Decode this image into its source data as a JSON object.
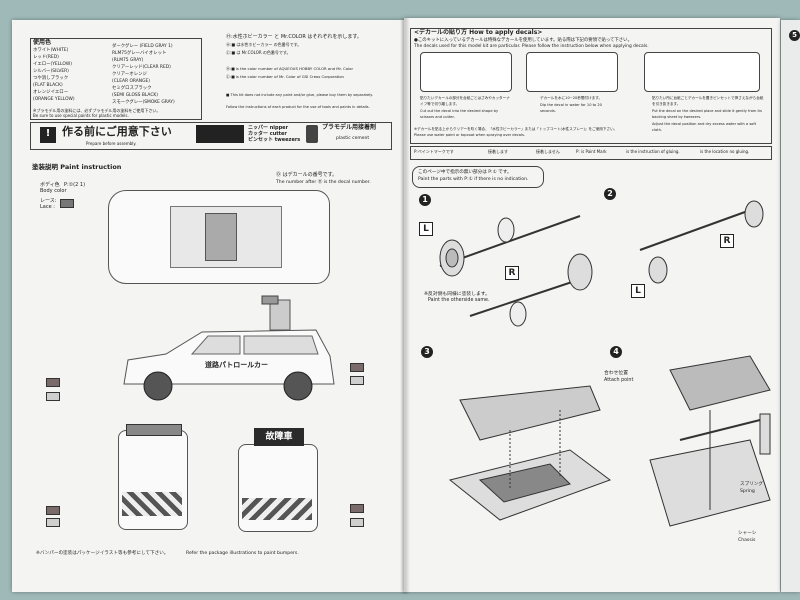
{
  "left": {
    "legend_title": "使用色",
    "legend_items": [
      "ホワイト(WHITE)",
      "レッド(RED)",
      "イエロー(YELLOW)",
      "シルバー(SILVER)",
      "つや消しブラック",
      "(FLAT BLACK)",
      "オレンジイエロー",
      "(ORANGE YELLOW)"
    ],
    "legend_items_right": [
      "ダークグレー (FIELD GRAY 1)",
      "RLM75グレーバイオレット",
      "(RLM75 GRAY)",
      "クリアーレッド(CLEAR RED)",
      "クリアーオレンジ",
      "(CLEAR ORANGE)",
      "セミグロスブラック",
      "(SEMI GLOSS BLACK)",
      "スモークグレー(SMOKE GRAY)"
    ],
    "legend_note": "※プラモデル用の塗料には、必ずプラモデル用の塗料をご使用下さい。",
    "legend_note_en": "Be sure to use special paints for plastic models.",
    "paint_brand_line": "Ⓗ:水性ホビーカラー と Mr.COLOR はそれぞれを示します。",
    "paint_brand_line2": "Ⓗ:■ は水性ホビーカラー の色番号です。",
    "paint_brand_line3": "Ⓒ:■ は Mr.COLOR の色番号です。",
    "paint_en_1": "Ⓗ:■ is the color number of AQUEOUS HOBBY COLOR and Mr. Color",
    "paint_en_2": "Ⓒ:■ is the color number of Mr. Color of GSI Creos Corporation",
    "paint_en_3": "■ This kit does not include any paint and/or glue, please buy them by separately.",
    "paint_en_4": "Follow the instructions of each product for the use of tools and paints in details.",
    "before_assembly_jp": "作る前にご用意下さい",
    "before_assembly_en": "Prepare before assembly.",
    "tools": [
      "ニッパー nipper",
      "カッター cutter",
      "ピンセット tweezers"
    ],
    "cement_jp": "プラモデル用接着剤",
    "cement_en": "plastic cement",
    "paint_instruction": "塗装説明 Paint instruction",
    "decal_note_jp": "Ⓓ はデカールの番号です。",
    "decal_note_en": "The number after Ⓓ is the decal number.",
    "body_color_label": "ボディ色",
    "body_color_en": "Body color",
    "body_color_value": "P:①(2 1)",
    "lace_label": "レース:",
    "lace_en": "Lace :",
    "car_side_text": "道路パトロールカー",
    "sign_text": "故障車",
    "bumper_note": "※バンパーの塗装はパッケージイラスト等も参考にして下さい。",
    "bumper_note_en": "Refer the package illustrations to paint bumpers.",
    "tag_p": "P",
    "tag_d": "D"
  },
  "right": {
    "decal_header": "<デカールの貼り方 How to apply decals>",
    "decal_note_jp": "●このキットに入っているデカールは特殊なデカールを使用しています。貼る際は下記の要領で貼って下さい。",
    "decal_note_en": "The decals used for this model kit are particular. Please follow the instruction below when applying decals.",
    "step1_jp": "貼りたいデカールの部分を台紙ごとはさみやカッターナイフ等で切り離します。",
    "step1_en": "Cut out the decal into the desired shape by scissors and cutter.",
    "step2_jp": "デカールを水に10~20秒間付けます。",
    "step2_en": "Dip the decal in water for 10 to 20 seconds.",
    "step3_jp": "貼りたい所に台紙ごとデカールを置きピンセットで押さえながら台紙を引き抜きます。",
    "step3_en": "Put the decal on the desired place and slide it gently from its backing sheet by tweezers.",
    "step3_en2": "Adjust the decal position and dry excess water with a soft cloth.",
    "decal_warn_jp": "※デカールを貼る上からクリアーを吹く場合、「水性ホビーカラー」または「トップコート(水性スプレー)」をご使用下さい。",
    "decal_warn_en": "Please use water paint or topcoat when spraying over decals.",
    "legend_paint": "P:ペイントマークです",
    "legend_paint_en": "P: is Paint Mark",
    "legend_glue": "接着します",
    "legend_glue_en": "is the instruction of gluing.",
    "legend_noglue": "接着しません",
    "legend_noglue_en": "is the location no gluing.",
    "notice_jp": "このページ中で指示の無い部分は P:① です。",
    "notice_en": "Paint the parts with P:① if there is no indication.",
    "steps": [
      "1",
      "2",
      "3",
      "4"
    ],
    "opposite_jp": "※反対側も同様に塗装します。",
    "opposite_en": "Paint the otherside same.",
    "letter_r": "R",
    "letter_l": "L",
    "attach_jp": "合わせ位置",
    "attach_en": "Attach point",
    "spring_jp": "スプリング",
    "spring_en": "Spring",
    "chassis_jp": "シャーシ",
    "chassis_en": "Chassis",
    "edge_step": "5"
  },
  "colors": {
    "page": "#f4f4f2",
    "background": "#9fb9b8",
    "ink": "#222222"
  }
}
